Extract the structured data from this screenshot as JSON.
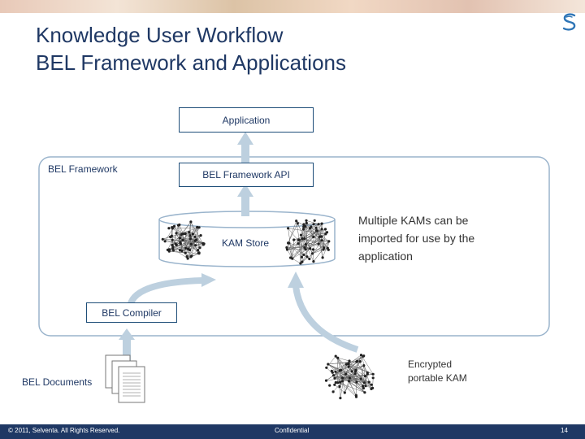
{
  "title_line1": "Knowledge User Workflow",
  "title_line2": "BEL Framework and Applications",
  "application_label": "Application",
  "framework_label": "BEL Framework",
  "framework_api_label": "BEL Framework API",
  "kam_store_label": "KAM Store",
  "compiler_label": "BEL Compiler",
  "documents_label": "BEL Documents",
  "multi_kam_note": "Multiple KAMs can be imported for use by the application",
  "encrypted_kam_line1": "Encrypted",
  "encrypted_kam_line2": "portable KAM",
  "footer": {
    "copyright": "© 2011, Selventa. All Rights Reserved.",
    "confidential": "Confidential",
    "page_number": "14"
  },
  "colors": {
    "title": "#1f3864",
    "border": "#1f4e79",
    "arrow": "#bdd0df",
    "footer": "#1f3864"
  }
}
